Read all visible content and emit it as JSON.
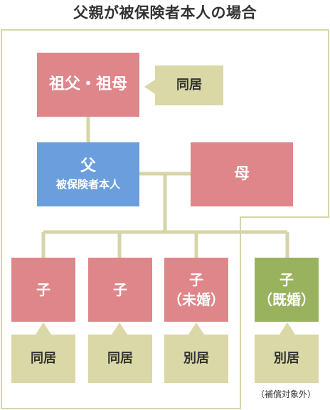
{
  "title": "父親が被保険者本人の場合",
  "colors": {
    "pink": "#de868a",
    "blue": "#6a9edd",
    "green": "#99b25e",
    "beige": "#d9d8a6",
    "line": "#d6d5a8"
  },
  "grandparents": {
    "label": "祖父・祖母",
    "residence": "同居"
  },
  "father": {
    "label": "父",
    "sublabel": "被保険者本人"
  },
  "mother": {
    "label": "母"
  },
  "children": [
    {
      "label": "子",
      "status": "",
      "residence": "同居"
    },
    {
      "label": "子",
      "status": "",
      "residence": "同居"
    },
    {
      "label": "子",
      "status": "（未婚）",
      "residence": "別居"
    },
    {
      "label": "子",
      "status": "（既婚）",
      "residence": "別居"
    }
  ],
  "note": "（補償対象外）"
}
